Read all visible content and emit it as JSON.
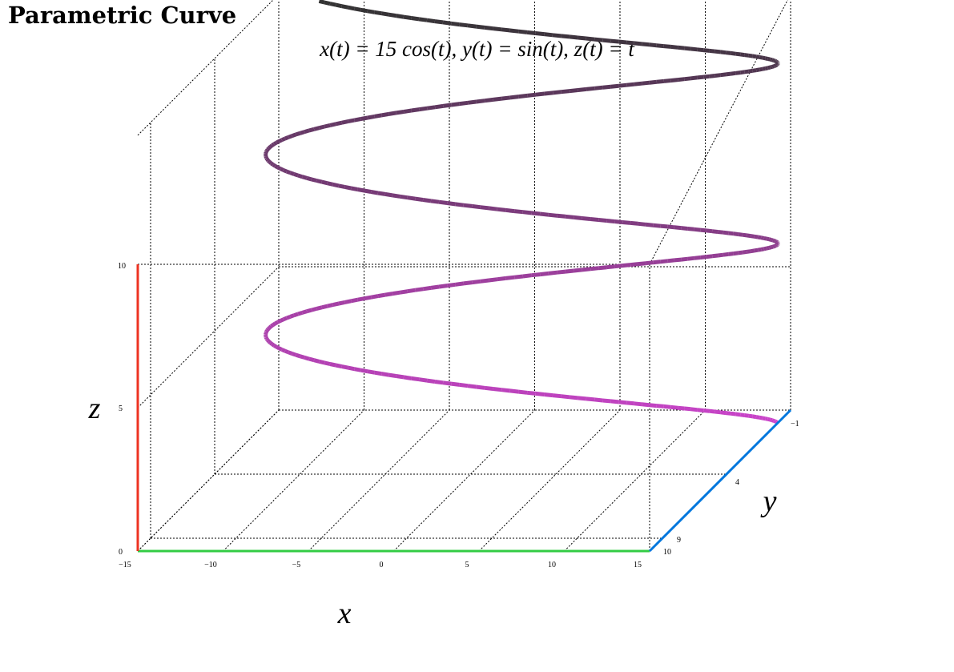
{
  "page": {
    "title": "Parametric Curve"
  },
  "chart_data": {
    "type": "line",
    "subtitle": "x(t) = 15 cos(t),  y(t) = sin(t),  z(t) = t",
    "xlabel": "x",
    "ylabel": "y",
    "zlabel": "z",
    "xlim": [
      -15,
      15
    ],
    "ylim": [
      10,
      -1
    ],
    "zlim": [
      0,
      10
    ],
    "x_ticks": [
      "−15",
      "−10",
      "−5",
      "0",
      "5",
      "10",
      "15"
    ],
    "y_ticks": [
      "10",
      "9",
      "4",
      "−1"
    ],
    "z_ticks": [
      "0",
      "5",
      "10"
    ],
    "grid": true,
    "t_range": [
      0,
      15
    ],
    "samples": 450,
    "color_start": "#cc44cc",
    "color_end": "#333333",
    "axis_colors": {
      "x": "#33cc44",
      "y": "#0077dd",
      "z": "#ee3322"
    }
  }
}
